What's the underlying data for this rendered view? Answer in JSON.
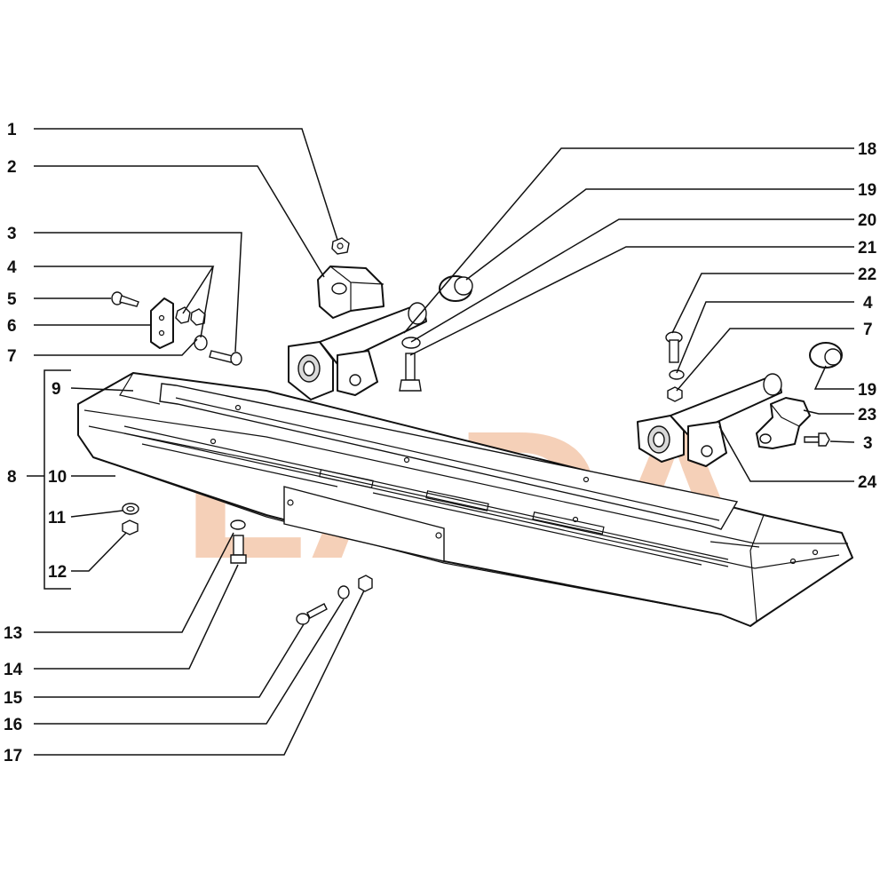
{
  "watermark": {
    "text": "LADA",
    "color": "#f2c4a6"
  },
  "callouts": {
    "c1": "1",
    "c2": "2",
    "c3a": "3",
    "c4a": "4",
    "c5": "5",
    "c6": "6",
    "c7a": "7",
    "c8": "8",
    "c9": "9",
    "c10": "10",
    "c11": "11",
    "c12": "12",
    "c13": "13",
    "c14": "14",
    "c15": "15",
    "c16": "16",
    "c17": "17",
    "c18": "18",
    "c19a": "19",
    "c20": "20",
    "c21": "21",
    "c22": "22",
    "c4b": "4",
    "c7b": "7",
    "c19b": "19",
    "c23": "23",
    "c3b": "3",
    "c24": "24"
  }
}
